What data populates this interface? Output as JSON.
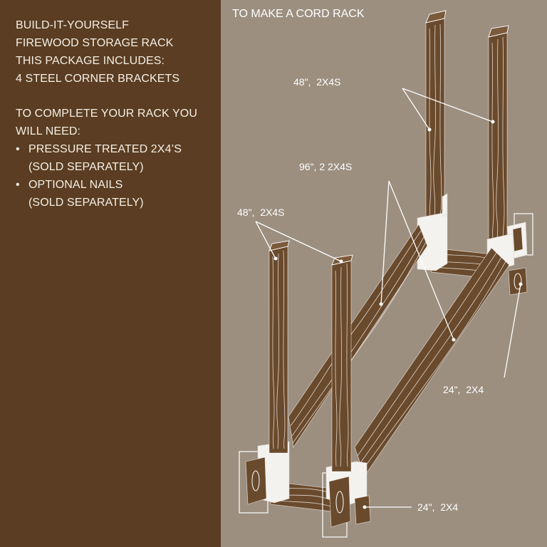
{
  "left_panel": {
    "heading_lines": [
      "BUILD-IT-YOURSELF",
      "FIREWOOD STORAGE RACK",
      "THIS PACKAGE INCLUDES:",
      "4 STEEL CORNER BRACKETS"
    ],
    "needs_lines": [
      "TO COMPLETE YOUR RACK YOU",
      "WILL NEED:"
    ],
    "bullet_glyph": "•",
    "bullets": [
      {
        "text": "PRESSURE TREATED 2X4’S",
        "note": "(SOLD SEPARATELY)"
      },
      {
        "text": "OPTIONAL NAILS",
        "note": "(SOLD SEPARATELY)"
      }
    ]
  },
  "diagram": {
    "title": "TO MAKE A CORD RACK",
    "labels": {
      "back_posts": "48\",  2X4S",
      "long_rails": "96\", 2 2X4S",
      "front_posts": "48\",  2X4S",
      "back_crossbar": "24\",  2X4",
      "front_crossbar": "24\",  2X4"
    }
  },
  "colors": {
    "panel_left": "#5a3d22",
    "panel_right": "#9c8f80",
    "wood": "#6a4a2c",
    "bracket": "#f4f2ef",
    "text": "#f5efe6"
  }
}
